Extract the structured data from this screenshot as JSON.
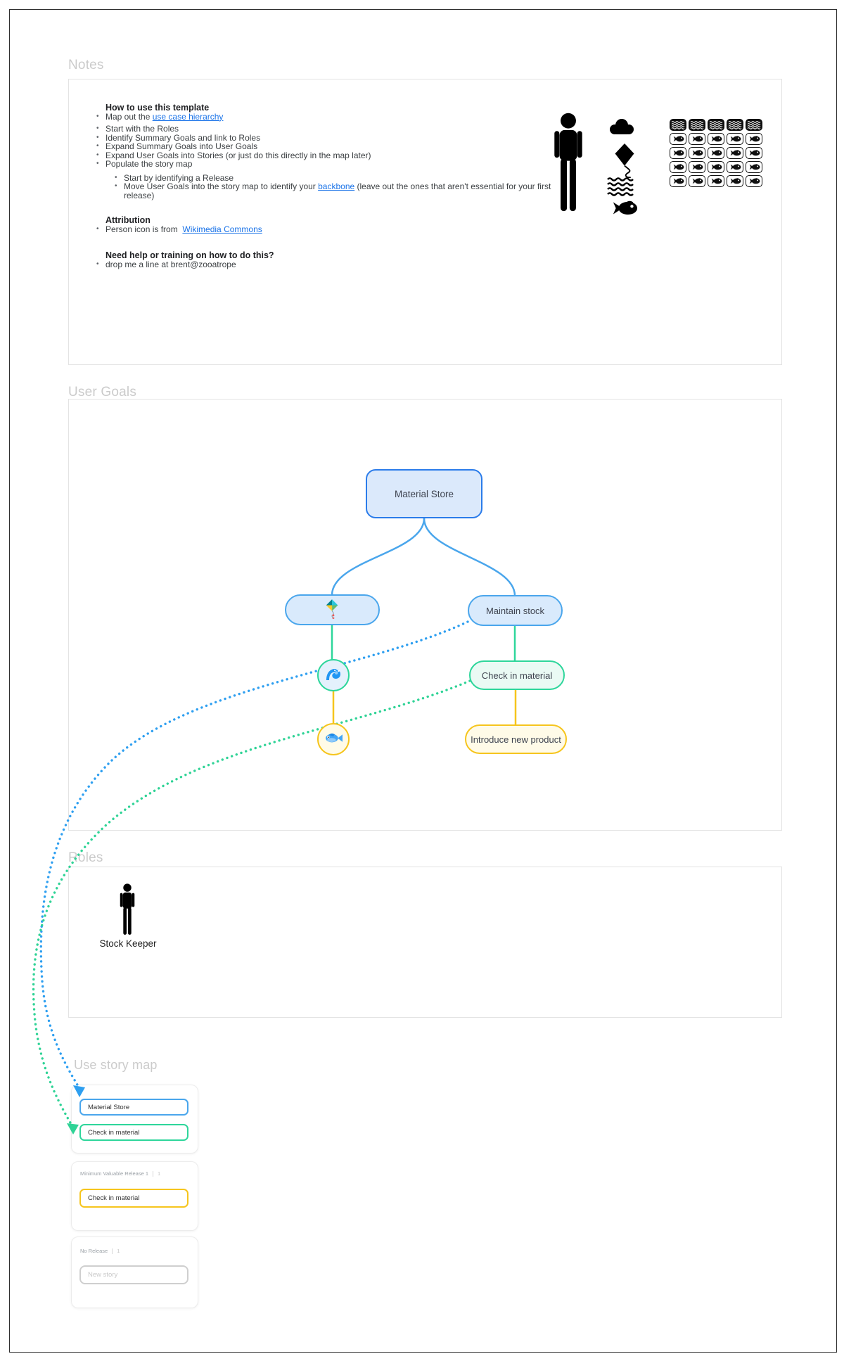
{
  "colors": {
    "frame": "#2f2f2f",
    "section-title": "#cbcbcb",
    "box-border": "#e3e3e3",
    "link": "#1a73e8",
    "blue": "#2b7cea",
    "blue-light": "#4aa6ec",
    "blue-fill": "#dbe9fb",
    "pill-blue-fill": "#d9eafc",
    "green": "#2ed69b",
    "green-fill": "#eafaf4",
    "yellow": "#f6c51d",
    "yellow-fill": "#fffbe8",
    "dot-blue": "#2e9ff0",
    "dot-green": "#2fd396",
    "placeholder": "#c9c9c9"
  },
  "notes": {
    "title": "Notes",
    "heading_how": "How to use this template",
    "bullet_map_prefix": "Map out the ",
    "bullet_map_link": "use case hierarchy",
    "bullet_roles": "Start with the Roles",
    "bullet_identify": "Identify Summary Goals and link to Roles",
    "bullet_expand_summary": "Expand Summary Goals into User Goals",
    "bullet_expand_user": "Expand User Goals into Stories (or just do this directly in the map later)",
    "bullet_populate": "Populate the story map",
    "bullet_release": "Start by identifying a Release",
    "bullet_move_prefix": "Move User Goals into the story map to identify your ",
    "bullet_move_link": "backbone",
    "bullet_move_suffix": " (leave out the ones that aren't essential for your first release)",
    "heading_attribution": "Attribution",
    "bullet_person_prefix": "Person icon is from ",
    "bullet_person_link": "Wikimedia Commons",
    "heading_help": "Need help or training on how to do this?",
    "bullet_contact": "drop me a line at brent@zooatrope",
    "icons": {
      "person": "person-icon",
      "column": [
        "cloud-icon",
        "kite-icon",
        "waves-icon",
        "fish-icon"
      ],
      "grid": {
        "rows": 5,
        "cols": 5,
        "first_row": "waves-stamp-icon",
        "other_rows": "fish-stamp-icon"
      }
    }
  },
  "user_goals": {
    "title": "User Goals",
    "root_label": "Material Store",
    "kite_node_icon": "kite-icon",
    "maintain_label": "Maintain stock",
    "wave_node_icon": "wave-icon",
    "check_in_label": "Check in material",
    "fish_node_icon": "fish-icon",
    "introduce_label": "Introduce new product"
  },
  "roles": {
    "title": "Roles",
    "role_icon": "person-icon",
    "role_label": "Stock Keeper"
  },
  "story_map": {
    "title": "Use story map",
    "backbone_group": {
      "card_material": "Material Store",
      "card_check_in": "Check in material"
    },
    "release_group": {
      "name": "Minimum Valuable Release 1",
      "count": "1",
      "card_check_in": "Check in material"
    },
    "no_release_group": {
      "name": "No Release",
      "count": "1",
      "new_story_placeholder": "New story"
    }
  }
}
